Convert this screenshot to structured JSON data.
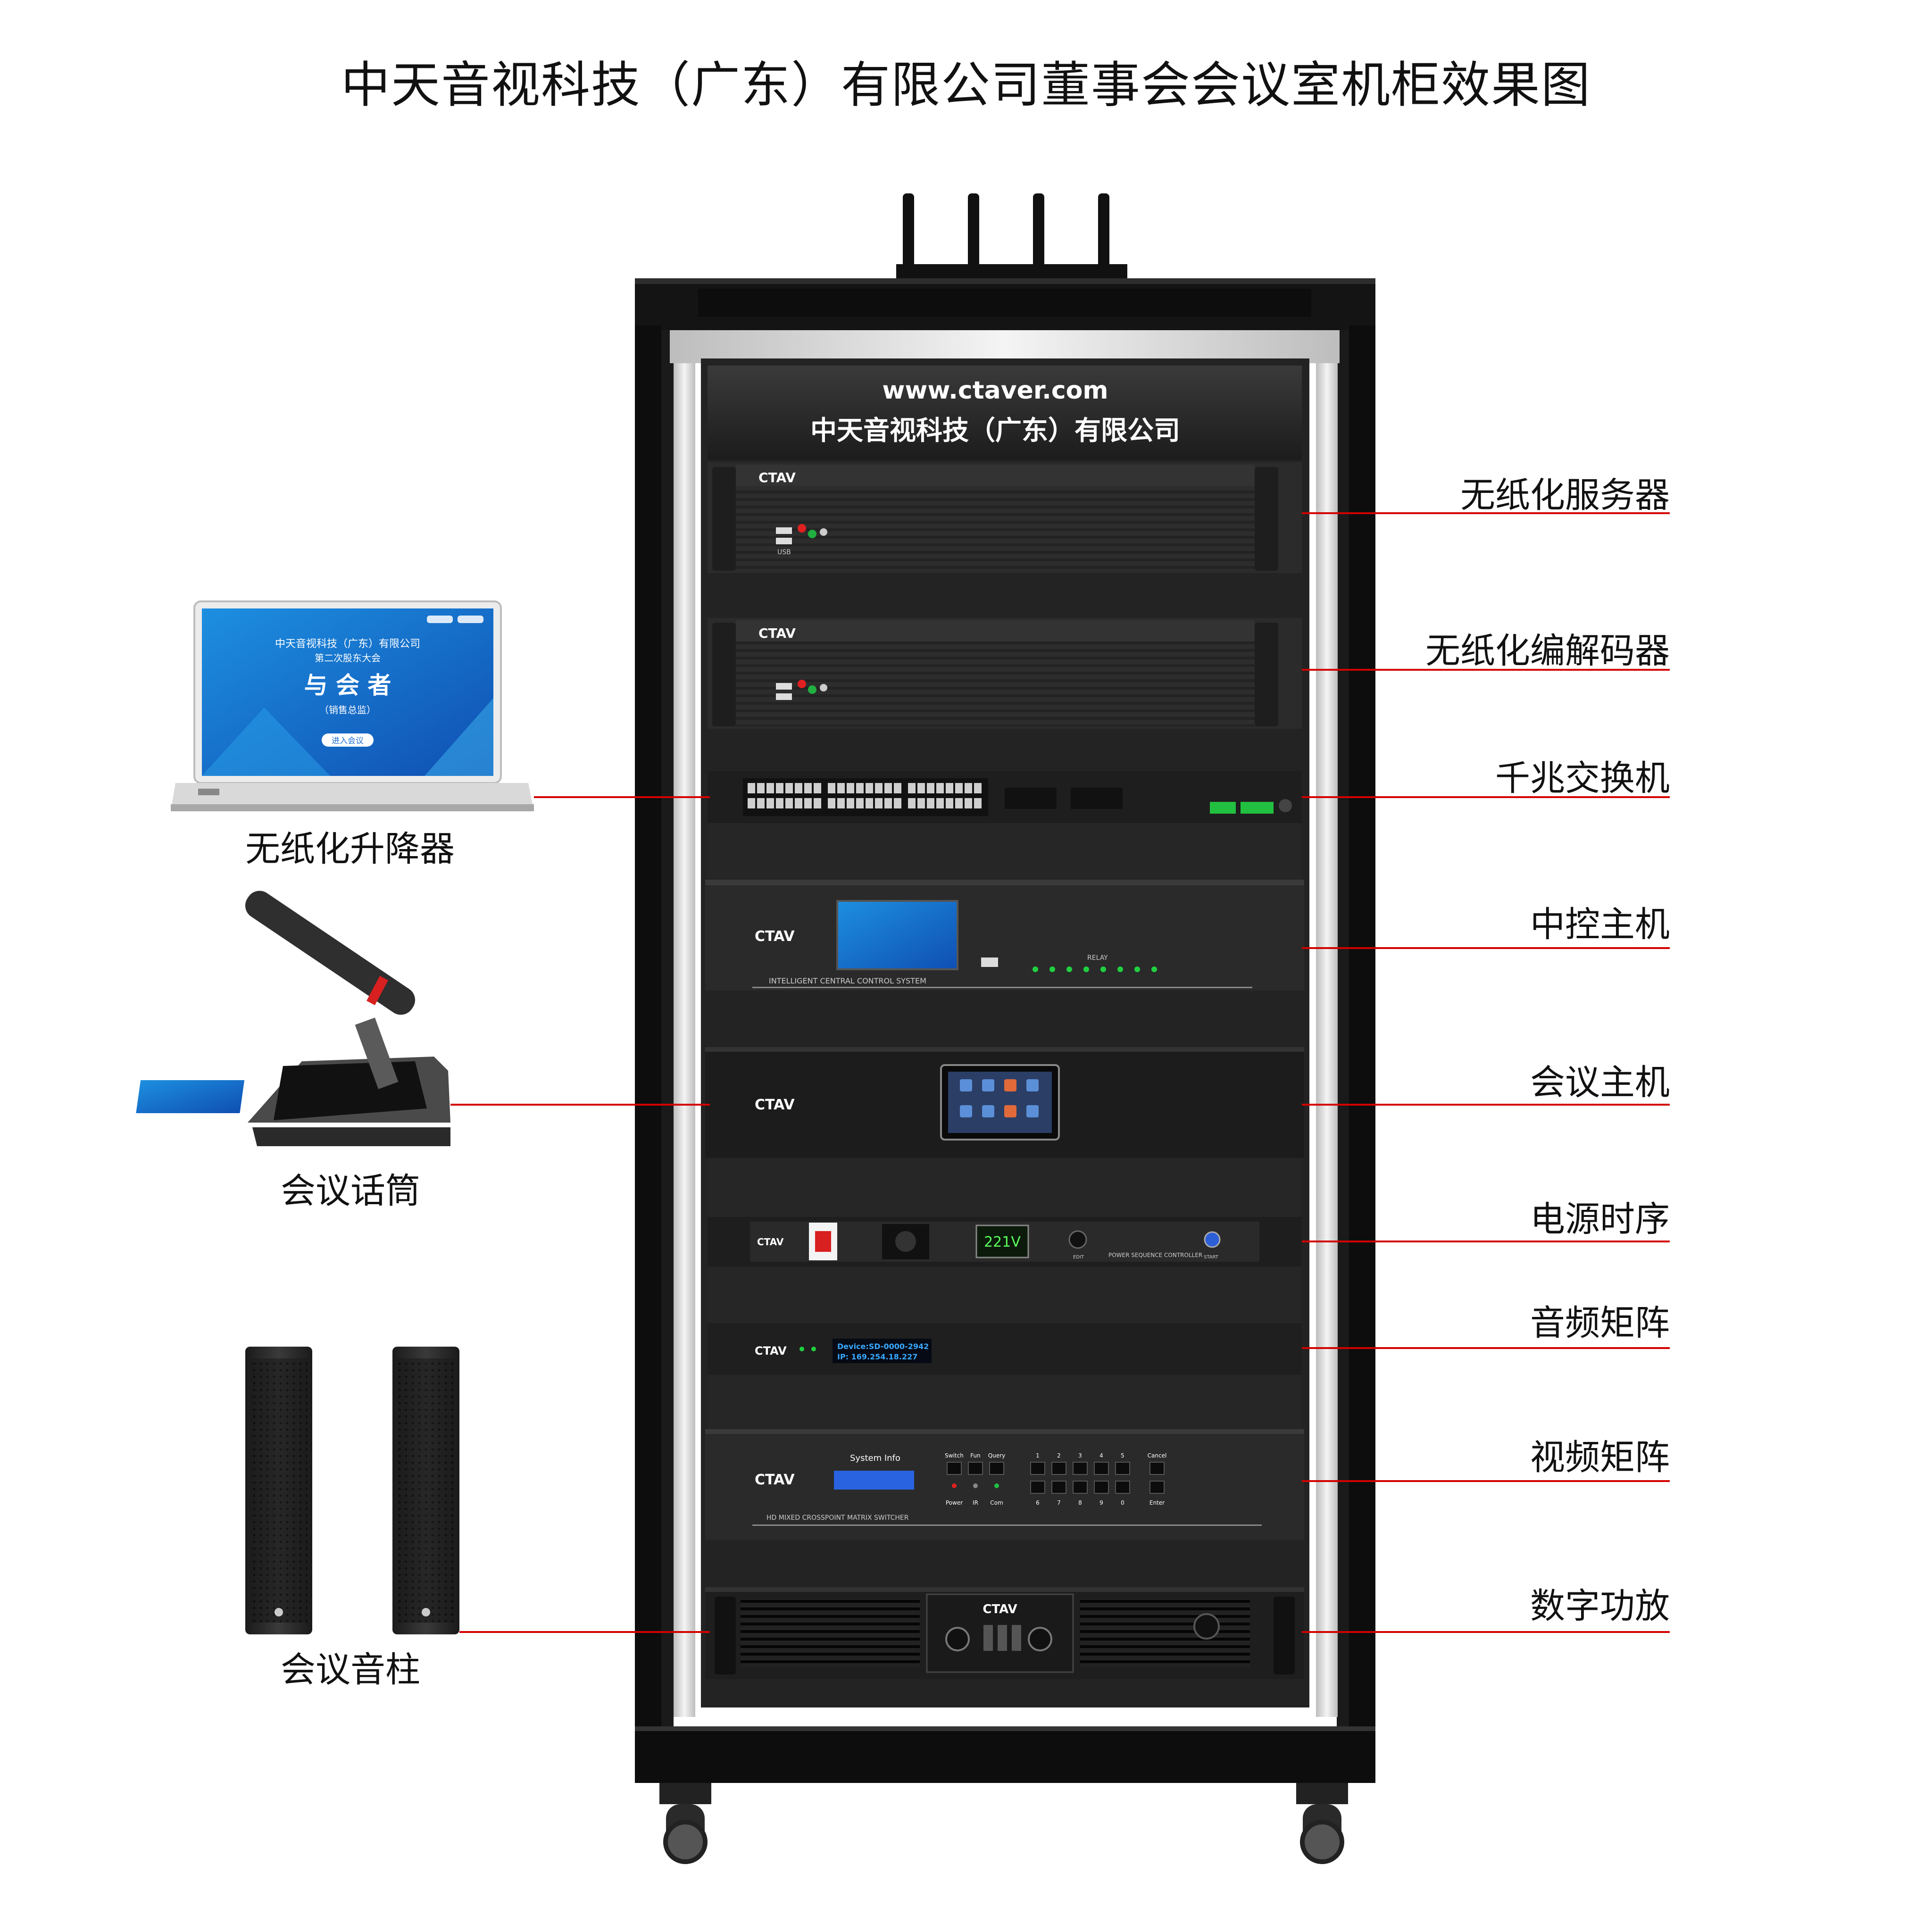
{
  "title": "中天音视科技（广东）有限公司董事会会议室机柜效果图",
  "cabinet": {
    "website": "www.ctaver.com",
    "company": "中天音视科技（广东）有限公司",
    "brand": "CTAV"
  },
  "equipment_labels": [
    "无纸化服务器",
    "无纸化编解码器",
    "千兆交换机",
    "中控主机",
    "会议主机",
    "电源时序",
    "音频矩阵",
    "视频矩阵",
    "数字功放"
  ],
  "peripheral_labels": {
    "lift": "无纸化升降器",
    "microphone": "会议话筒",
    "speaker": "会议音柱"
  },
  "devices": {
    "server_usb": "USB",
    "central_control_caption": "INTELLIGENT CENTRAL CONTROL SYSTEM",
    "relay_label": "RELAY",
    "power_voltage": "221V",
    "power_caption": "POWER SEQUENCE CONTROLLER",
    "power_edit": "EDIT",
    "power_start": "START",
    "audio_device": "Device:SD-0000-2942",
    "audio_ip": "IP: 169.254.18.227",
    "matrix_system_info": "System Info",
    "matrix_caption": "HD MIXED CROSSPOINT MATRIX SWITCHER",
    "matrix_keys_top": [
      "Switch",
      "Fun",
      "Query",
      "1",
      "2",
      "3",
      "4",
      "5",
      "Cancel"
    ],
    "matrix_keys_bottom": [
      "Power",
      "IR",
      "Com",
      "6",
      "7",
      "8",
      "9",
      "0",
      "Enter"
    ]
  },
  "laptop_screen": {
    "company": "中天音视科技（广东）有限公司",
    "meeting": "第二次股东大会",
    "role": "与 会 者",
    "position": "（销售总监）",
    "button": "进入会议"
  },
  "colors": {
    "leader_line": "#d40000",
    "rack": "#111111",
    "panel": "#2a2a2a",
    "screen_blue": "#1f6fd1"
  }
}
